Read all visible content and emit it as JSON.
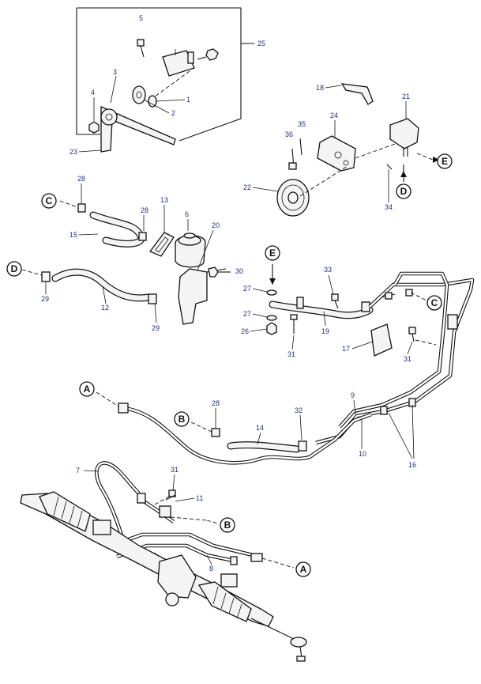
{
  "part_numbers": [
    "1",
    "2",
    "3",
    "4",
    "5",
    "6",
    "7",
    "8",
    "9",
    "10",
    "11",
    "12",
    "13",
    "14",
    "15",
    "16",
    "17",
    "18",
    "19",
    "20",
    "21",
    "22",
    "23",
    "24",
    "25",
    "26",
    "27",
    "28",
    "29",
    "30",
    "31",
    "32",
    "33",
    "34",
    "35",
    "36"
  ],
  "connection_refs": [
    "A",
    "B",
    "C",
    "D",
    "E"
  ]
}
